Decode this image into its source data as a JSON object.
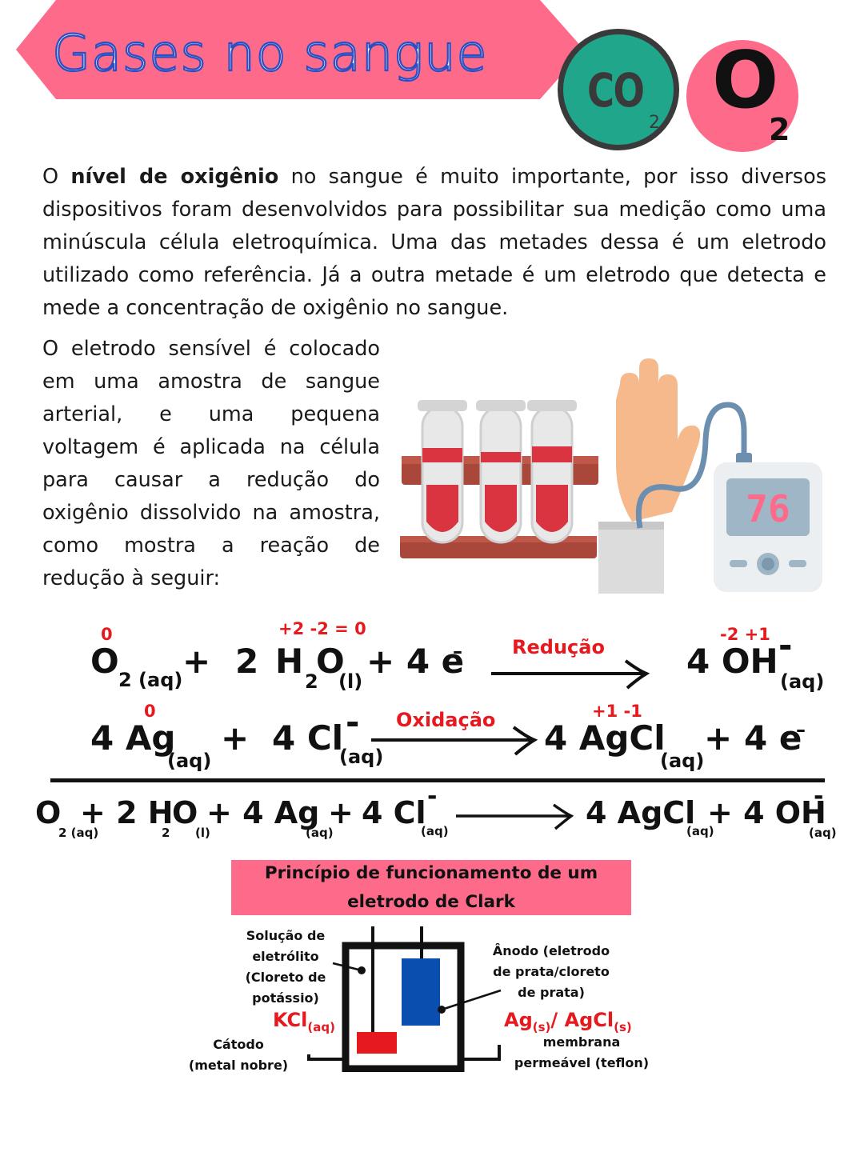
{
  "header": {
    "title": "Gases no sangue",
    "badges": [
      {
        "formula": "CO",
        "subscript": "2",
        "color": "#1fa68b"
      },
      {
        "formula": "O",
        "subscript": "2",
        "color": "#fd6a8a"
      }
    ],
    "banner_color": "#fd6a8a",
    "title_color": "#2b4fc2"
  },
  "intro": {
    "pre": "O ",
    "bold": "nível de oxigênio",
    "post": " no sangue é muito importante, por isso diversos dispositivos foram desenvolvidos para possibilitar sua medição como uma minúscula célula eletroquímica. Uma das metades dessa é um eletrodo utilizado como referência. Já a outra metade é um eletrodo que detecta e mede a concentração de oxigênio no sangue."
  },
  "side_text": "O eletrodo sensível é colocado em uma amostra de sangue arterial, e uma pequena voltagem é aplicada na célula para causar a redução do oxigênio dissolvido na amostra, como mostra a reação de redução à seguir:",
  "illustration": {
    "display_value": "76"
  },
  "equations": {
    "reduction": {
      "ox_o2": "0",
      "ox_h2o": "+2   -2 = 0",
      "ox_oh": "-2 +1",
      "o": "O",
      "o_sub": "2 (aq)",
      "plus1": "+",
      "coef_h2o": "2",
      "h": "H",
      "h_sub": "2",
      "o2": "O",
      "o2_sub": "(l)",
      "electrons": "+ 4 e",
      "e_sup": "–",
      "arrow_label": "Redução",
      "product": "4 OH",
      "product_sup": "-",
      "product_sub": "(aq)"
    },
    "oxidation": {
      "ox_ag": "0",
      "ox_agcl": "+1   -1",
      "ag": "4 Ag",
      "ag_sub": "(aq)",
      "plus": "+",
      "cl": "4 Cl",
      "cl_sup": "-",
      "cl_sub": "(aq)",
      "arrow_label": "Oxidação",
      "product": "4 AgCl",
      "product_sub": "(aq)",
      "plus2": "+",
      "electrons": "4 e",
      "e_sup": "–"
    },
    "global": {
      "o": "O",
      "o_sub": "2 (aq)",
      "h2o_a": "+ 2 H",
      "h_sub": "2",
      "h2o_b": "O",
      "o_sub2": "(l)",
      "ag": "+ 4 Ag",
      "ag_sub": "(aq)",
      "plus": "+",
      "cl": "4 Cl",
      "cl_sup": "-",
      "cl_sub": "(aq)",
      "agcl": "4 AgCl",
      "agcl_sub": "(aq)",
      "oh": "+ 4 OH",
      "oh_sup": "-",
      "oh_sub": "(aq)"
    }
  },
  "diagram": {
    "title_line1": "Princípio de funcionamento de um",
    "title_line2": "eletrodo de Clark",
    "electrolyte_label": [
      "Solução de",
      "eletrólito",
      "(Cloreto de",
      "potássio)"
    ],
    "kcl": "KCl",
    "kcl_sub": "(aq)",
    "cathode_label": [
      "Cátodo",
      "(metal nobre)"
    ],
    "anode_label": [
      "Ânodo (eletrodo",
      "de prata/cloreto",
      "de prata)"
    ],
    "ag": "Ag",
    "ag_sub": "(s)",
    "agcl": "/ AgCl",
    "agcl_sub": "(s)",
    "membrane_label": [
      "membrana",
      "permeável (teflon)"
    ],
    "anode_color": "#0a4fb0",
    "cathode_color": "#e6191f"
  }
}
